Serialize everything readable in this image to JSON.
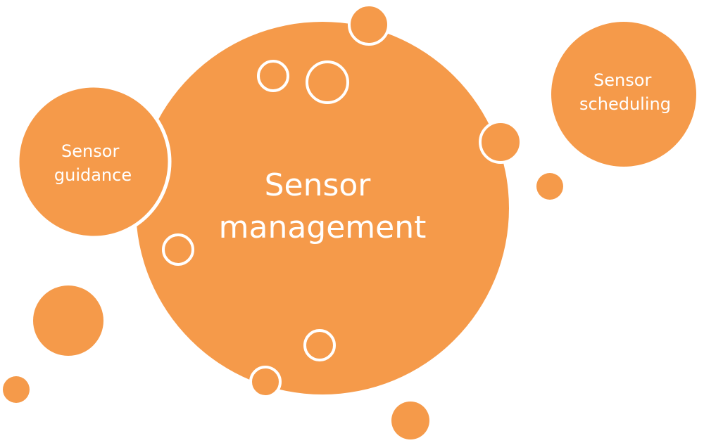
{
  "diagram": {
    "colors": {
      "fill": "#f59a4a",
      "outline": "#ffffff",
      "text": "#ffffff"
    },
    "main": {
      "line1": "Sensor",
      "line2": "management"
    },
    "left": {
      "line1": "Sensor",
      "line2": "guidance"
    },
    "right": {
      "line1": "Sensor",
      "line2": "scheduling"
    }
  }
}
